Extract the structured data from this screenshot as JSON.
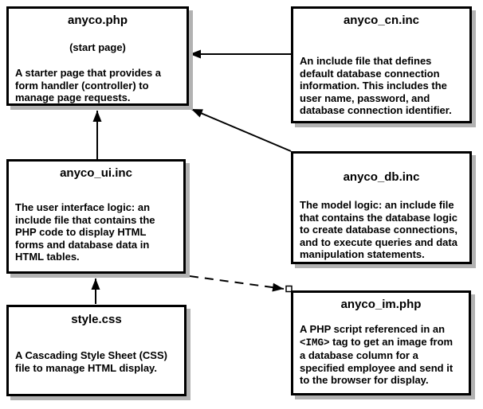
{
  "diagram": {
    "colors": {
      "box_border": "#000000",
      "box_shadow": "#b2b2b2",
      "background": "#ffffff",
      "text": "#000000",
      "arrow": "#000000"
    },
    "boxes": {
      "anyco_php": {
        "title": "anyco.php",
        "subtitle": "(start page)",
        "body": [
          "A starter page that provides a",
          "form handler (controller) to",
          "manage page requests."
        ]
      },
      "anyco_cn": {
        "title": "anyco_cn.inc",
        "body": [
          "An include file that defines",
          "default database connection",
          "information. This includes the",
          "user name, password, and",
          "database connection identifier."
        ]
      },
      "anyco_ui": {
        "title": "anyco_ui.inc",
        "body": [
          "The user interface logic: an",
          "include file that contains the",
          "PHP code to display HTML",
          "forms and database data in",
          "HTML tables."
        ]
      },
      "anyco_db": {
        "title": "anyco_db.inc",
        "body": [
          "The model logic: an include file",
          "that contains the database logic",
          "to create database connections,",
          "and to execute queries and data",
          "manipulation statements."
        ]
      },
      "style_css": {
        "title": "style.css",
        "body": [
          "A Cascading Style Sheet (CSS)",
          "file to manage HTML display."
        ]
      },
      "anyco_im": {
        "title": "anyco_im.php",
        "body_intro": "A PHP script referenced in an",
        "body_code": "<IMG>",
        "body_after_code": " tag to get an image from",
        "body_rest": [
          "a database column for a",
          "specified employee and send it",
          "to the browser for display."
        ]
      }
    },
    "connections": [
      {
        "from": "anyco_cn.inc",
        "to": "anyco.php",
        "style": "solid"
      },
      {
        "from": "anyco_db.inc",
        "to": "anyco.php",
        "style": "solid"
      },
      {
        "from": "anyco_ui.inc",
        "to": "anyco.php",
        "style": "solid"
      },
      {
        "from": "style.css",
        "to": "anyco_ui.inc",
        "style": "solid"
      },
      {
        "from": "anyco_ui.inc",
        "to": "anyco_im.php",
        "style": "dashed"
      }
    ]
  }
}
